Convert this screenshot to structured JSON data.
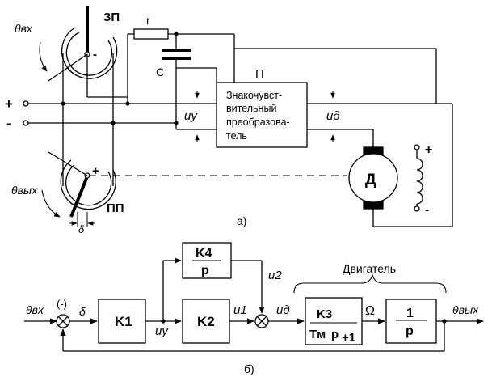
{
  "part_a": {
    "label": "а)",
    "potentiometer_in": {
      "label": "ЗП",
      "angle": "θвх",
      "sign": "-"
    },
    "potentiometer_out": {
      "label": "ПП",
      "angle": "θвых",
      "sign": "+",
      "delta": "δ"
    },
    "resistor": "r",
    "capacitor": "C",
    "converter": {
      "tag": "П",
      "lines": [
        "Знакочувст-",
        "вительный",
        "преобразова-",
        "тель"
      ]
    },
    "supply_plus": "+",
    "supply_minus": "-",
    "u_control": "uу",
    "u_motor": "uд",
    "motor": "Д",
    "field_plus": "+",
    "field_minus": "-"
  },
  "part_b": {
    "label": "б)",
    "input": "θвх",
    "output": "θвых",
    "sum1_sign": "(-)",
    "delta": "δ",
    "k1": "K1",
    "k2": "K2",
    "k3": "K3",
    "k4": "K4",
    "p": "p",
    "tm": "Tм",
    "plus_one": "+1",
    "one": "1",
    "uy": "uу",
    "u1": "u1",
    "u2": "u2",
    "ud": "uд",
    "omega": "Ω",
    "motor_group": "Двигатель"
  }
}
